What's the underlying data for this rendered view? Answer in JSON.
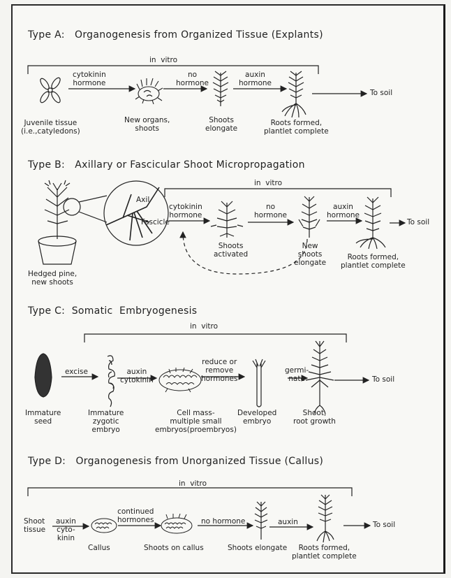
{
  "types": {
    "a": {
      "title": "Type A:   Organogenesis from Organized Tissue (Explants)",
      "in_vitro": "in  vitro",
      "arrow1": "cytokinin\nhormone",
      "arrow2": "no\nhormone",
      "arrow3": "auxin\nhormone",
      "to_soil": "To soil",
      "stage1": "Juvenile tissue\n(i.e.,catyledons)",
      "stage2": "New organs,\nshoots",
      "stage3": "Shoots\nelongate",
      "stage4": "Roots formed,\nplantlet complete"
    },
    "b": {
      "title": "Type B:   Axillary or Fascicular Shoot Micropropagation",
      "in_vitro": "in  vitro",
      "axil": "Axil",
      "fascicle": "Fascicle",
      "arrow1": "cytokinin\nhormone",
      "arrow2": "no\nhormone",
      "arrow3": "auxin\nhormone",
      "to_soil": "To soil",
      "stage0": "Hedged pine,\nnew shoots",
      "stage1": "Shoots\nactivated",
      "stage2": "New\nshoots\nelongate",
      "stage3": "Roots formed,\nplantlet complete"
    },
    "c": {
      "title": "Type C:  Somatic  Embryogenesis",
      "in_vitro": "in  vitro",
      "arrow1": "excise",
      "arrow2": "auxin\ncytokinin",
      "arrow3": "reduce or\nremove\nhormones",
      "arrow4": "germi-\nnate",
      "to_soil": "To soil",
      "stage1": "Immature\nseed",
      "stage2": "Immature\nzygotic\nembryo",
      "stage3": "Cell mass-\nmultiple small\nembryos(proembryos)",
      "stage4": "Developed\nembryo",
      "stage5": "Shoot,\nroot growth"
    },
    "d": {
      "title": "Type D:   Organogenesis from Unorganized Tissue (Callus)",
      "in_vitro": "in  vitro",
      "stage0": "Shoot\ntissue",
      "arrow1": "auxin\ncyto-\nkinin",
      "arrow2": "continued\nhormones",
      "arrow3": "no hormone",
      "arrow4": "auxin",
      "to_soil": "To soil",
      "stage1": "Callus",
      "stage2": "Shoots on callus",
      "stage3": "Shoots elongate",
      "stage4": "Roots formed,\nplantlet complete"
    }
  }
}
